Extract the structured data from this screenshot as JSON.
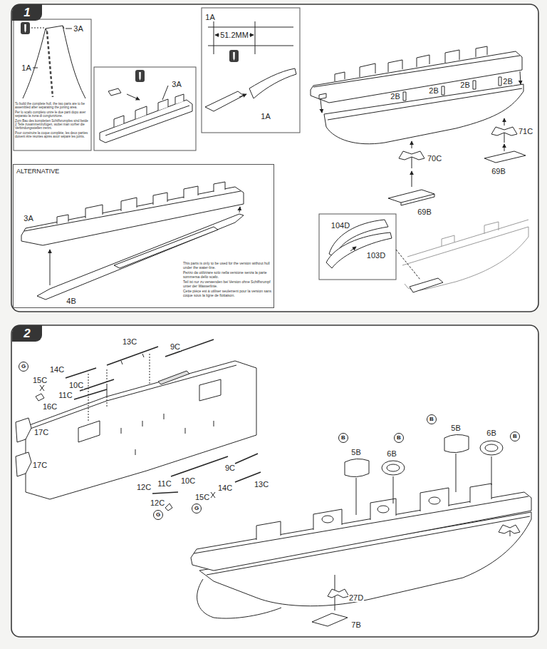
{
  "diagram": {
    "nodes": [
      {
        "text": [
          "1"
        ]
      },
      {
        "text": [
          "2"
        ]
      },
      {
        "text": [
          "ALTERNATIVE",
          "This parts is only to be used for the version without hull under the water-line.",
          "Pezzo da utilizzare solo nella versione senza la parte sommersa dello scafo.",
          "Teil ist nur zu verwenden bei Version ohne Schiffsrumpf unter der Wasserlinie.",
          "Cette pièce est à utiliser seulement pour la version sans coque sous la ligne de flottaison."
        ]
      },
      {
        "text": [
          "G"
        ]
      },
      {
        "text": [
          "G"
        ]
      },
      {
        "text": [
          "G"
        ]
      },
      {
        "text": [
          "B"
        ]
      },
      {
        "text": [
          "B"
        ]
      },
      {
        "text": [
          "B"
        ]
      },
      {
        "text": [
          "B"
        ]
      }
    ],
    "labels": [
      "3A",
      "1A",
      "To build the complete hull, the two parts are to be assembled after separating the joining area.",
      "Per lo scafo completo unire le due parti dopo aver separato la zona di congiunzione.",
      "Zum Bau des kompletten Schiffsrumpfes sind beide 2 Teile zusammenzufügen, wobei man vorher die Verbindungsstellen trennt.",
      "Pour construire la coque complète, les deux parties doivent être réunies après avoir séparé les joints.",
      "3A",
      "1A",
      "51.2MM",
      "1A",
      "2B",
      "2B",
      "2B",
      "2B",
      "71C",
      "69B",
      "70C",
      "69B",
      "3A",
      "4B",
      "104D",
      "103D",
      "13C",
      "9C",
      "14C",
      "15C",
      "10C",
      "11C",
      "16C",
      "17C",
      "17C",
      "12C",
      "11C",
      "10C",
      "9C",
      "14C",
      "13C",
      "12C",
      "15C",
      "5B",
      "6B",
      "5B",
      "6B",
      "27D",
      "7B"
    ]
  }
}
